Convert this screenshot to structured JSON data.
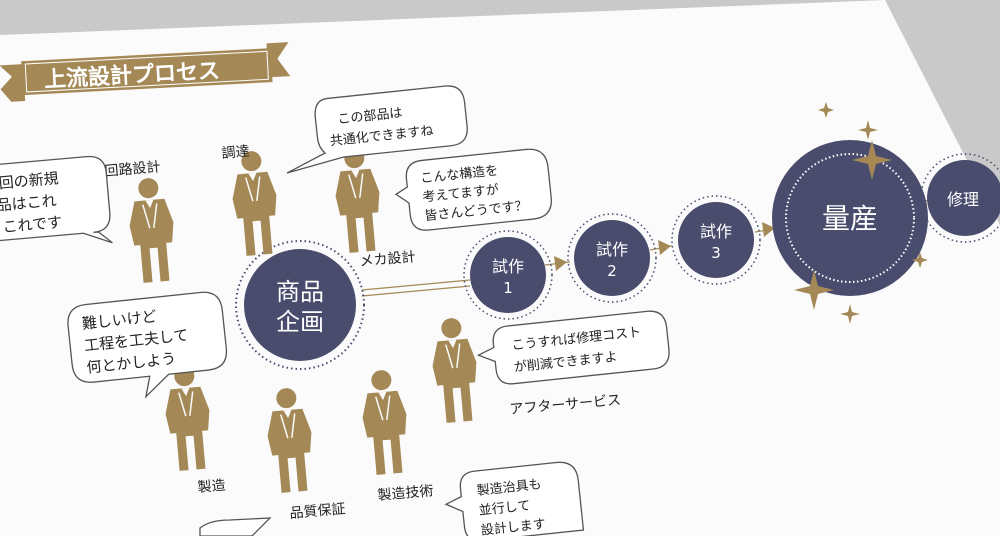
{
  "banner": {
    "title": "上流設計プロセス"
  },
  "colors": {
    "accent": "#a48957",
    "node": "#4a4c6e",
    "paper": "#fbfbfb",
    "backdrop": "#c9c9c9"
  },
  "nodes": {
    "kikaku": [
      "商品",
      "企画"
    ],
    "shisaku1": [
      "試作",
      "1"
    ],
    "shisaku2": [
      "試作",
      "2"
    ],
    "shisaku3": [
      "試作",
      "3"
    ],
    "ryosan": "量産",
    "shuri": "修理"
  },
  "roles": {
    "kairo": "回路設計",
    "chotatsu": "調達",
    "meka": "メカ設計",
    "seizo": "製造",
    "hinshitsu": "品質保証",
    "seizo_gijutsu": "製造技術",
    "after": "アフターサービス"
  },
  "bubbles": {
    "kairo": [
      "回の新規",
      "品はこれ",
      "これです"
    ],
    "chotatsu": [
      "この部品は",
      "共通化できますね"
    ],
    "meka": [
      "こんな構造を",
      "考えてますが",
      "皆さんどうです？"
    ],
    "seizo": [
      "難しいけど",
      "工程を工夫して",
      "何とかしよう"
    ],
    "after": [
      "こうすれば修理コスト",
      "が削減できますよ"
    ],
    "seizo_gijutsu": [
      "製造治具も",
      "並行して",
      "設計します"
    ]
  }
}
